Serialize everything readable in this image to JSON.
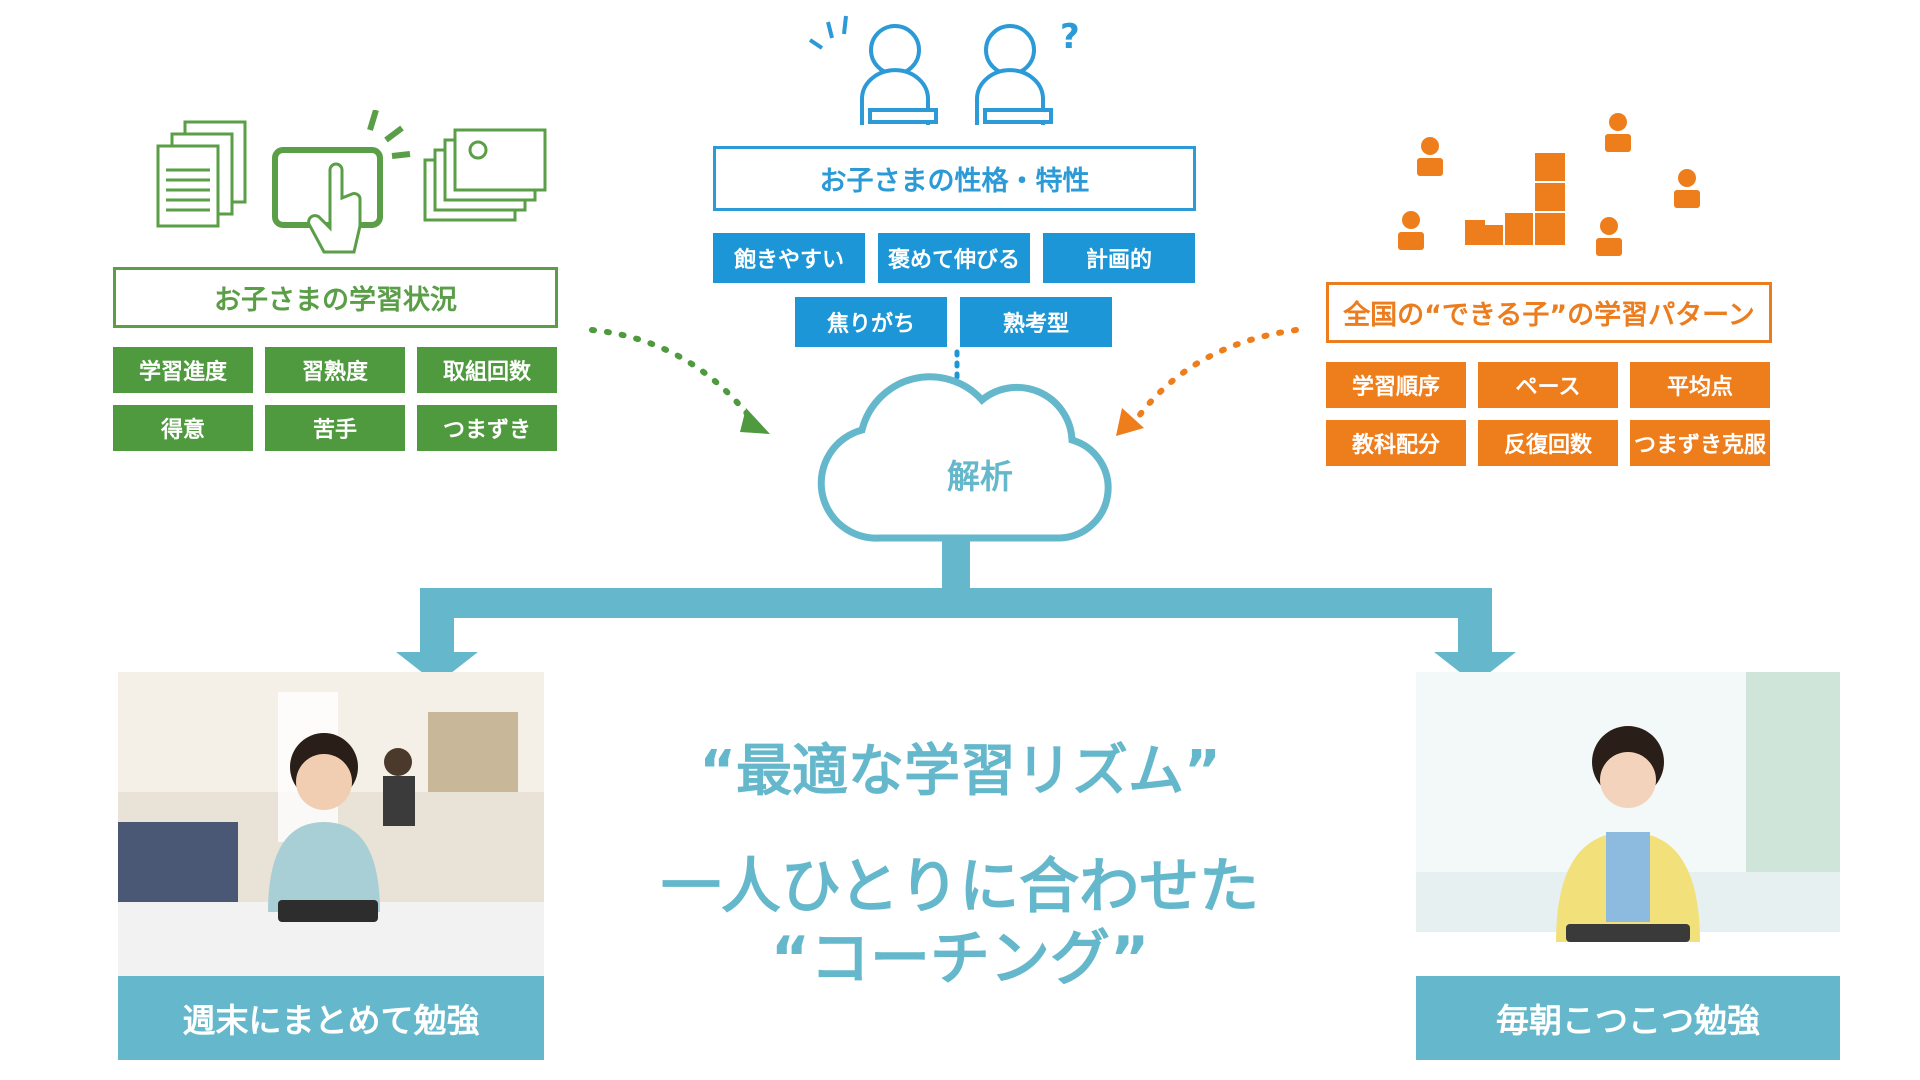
{
  "left_panel": {
    "title": "お子さまの学習状況",
    "tags": [
      "学習進度",
      "習熟度",
      "取組回数",
      "得意",
      "苦手",
      "つまずき"
    ]
  },
  "center_panel": {
    "title": "お子さまの性格・特性",
    "tags": [
      "飽きやすい",
      "褒めて伸びる",
      "計画的",
      "焦りがち",
      "熟考型"
    ],
    "question_mark": "?"
  },
  "right_panel": {
    "title": "全国の“できる子”の学習パターン",
    "tags": [
      "学習順序",
      "ペース",
      "平均点",
      "教科配分",
      "反復回数",
      "つまずき克服"
    ]
  },
  "cloud": {
    "label": "解析"
  },
  "headline": {
    "line1": "“最適な学習リズム”",
    "line2": "一人ひとりに合わせた",
    "line3": "“コーチング”"
  },
  "captions": {
    "left": "週末にまとめて勉強",
    "right": "毎朝こつこつ勉強"
  },
  "colors": {
    "green": "#4f9a3e",
    "blue": "#1c96d6",
    "orange": "#ee7d1c",
    "teal": "#65b8cc"
  }
}
